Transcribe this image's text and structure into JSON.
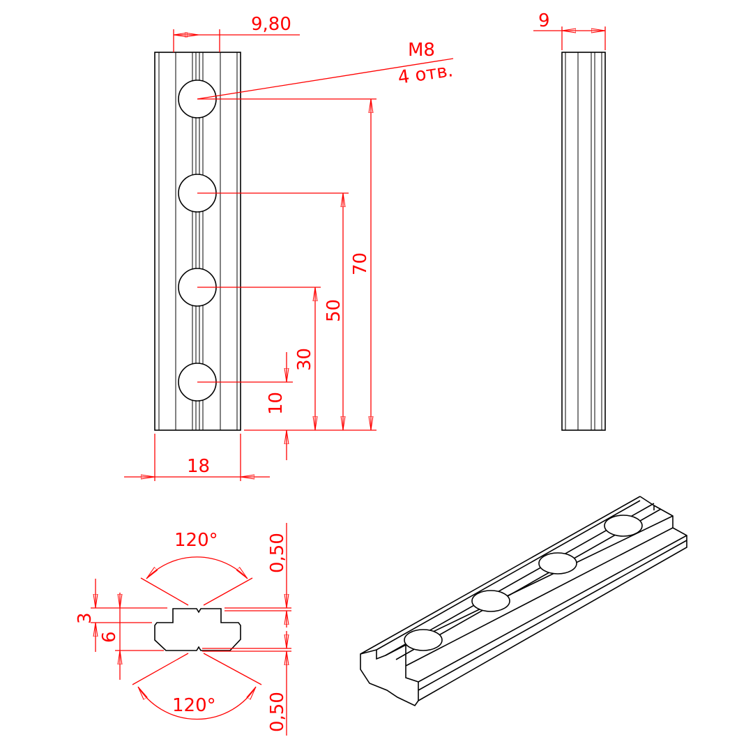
{
  "drawing": {
    "front_view": {
      "width_label": "18",
      "offset_label": "9,80",
      "hole_label": "M8",
      "hole_count_label": "4 отв.",
      "hole_positions": [
        "10",
        "30",
        "50",
        "70"
      ]
    },
    "side_view": {
      "thickness_label": "9"
    },
    "section_view": {
      "top_angle": "120°",
      "bottom_angle": "120°",
      "top_depth": "0,50",
      "bottom_depth": "0,50",
      "step_height": "3",
      "body_height": "6"
    }
  },
  "colors": {
    "dimension": "#ff0000",
    "outline": "#000000"
  }
}
